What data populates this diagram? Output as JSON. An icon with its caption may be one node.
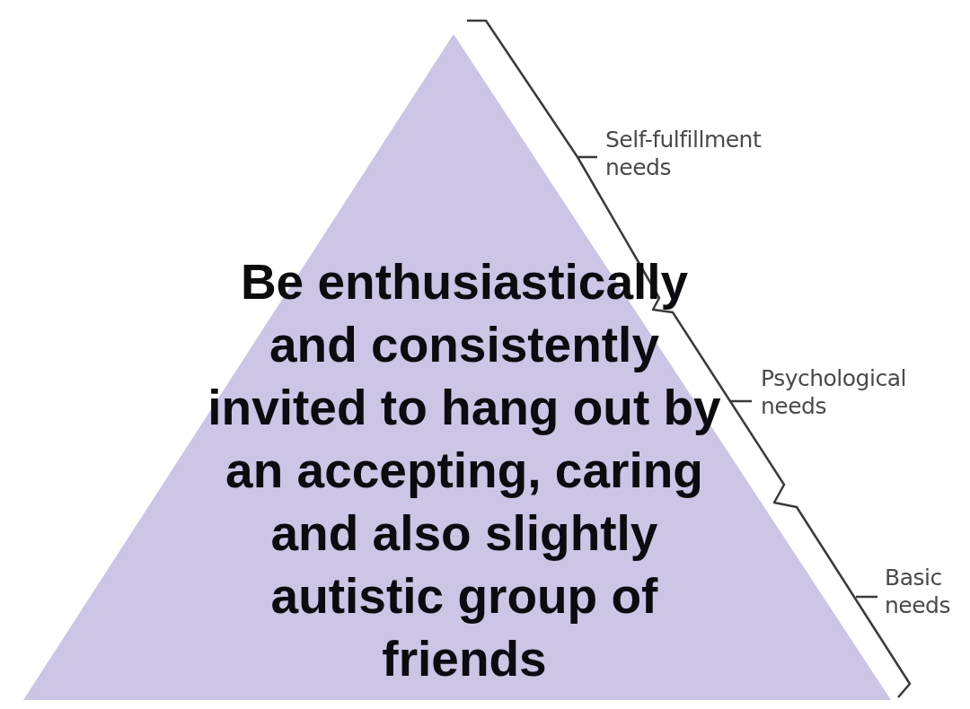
{
  "diagram": {
    "nodes": [
      {
        "text": [
          "Be enthusiastically and consistently invited to hang out by an accepting, caring and also slightly autistic group of friends"
        ]
      }
    ],
    "labels": [
      "Self-fulfillment needs",
      "Psychological needs",
      "Basic needs"
    ]
  }
}
